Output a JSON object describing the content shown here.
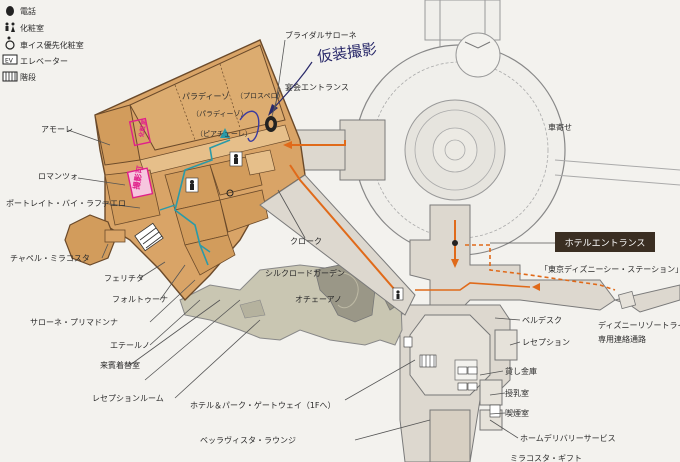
{
  "legend": [
    {
      "icon": "phone-icon",
      "label": "電話"
    },
    {
      "icon": "restroom-icon",
      "label": "化粧室"
    },
    {
      "icon": "wheelchair-icon",
      "label": "車イス優先化粧室"
    },
    {
      "icon": "elevator-icon",
      "label": "エレベーター",
      "badge": "EV"
    },
    {
      "icon": "stairs-icon",
      "label": "階段"
    }
  ],
  "rooms": {
    "paradiso": "パラディーゾ",
    "paradiso_small": "（パラディーゾ）",
    "prospero": "（プロスペロ）",
    "piacere": "（ピアチェーレ）",
    "amore": "アモーレ",
    "romanzo": "ロマンツォ",
    "portrait": "ポートレイト・バイ・ラファエロ",
    "chapel": "チャペル・ミラコスタ",
    "felicita": "フェリチタ",
    "fortuna": "フォルトゥーナ",
    "salone_primadonna": "サローネ・プリマドンナ",
    "eterno": "エテールノ",
    "guest_changing": "来賓着替室",
    "reception_room": "レセプションルーム",
    "bridal_salone": "ブライダルサローネ",
    "banquet_entrance": "宴会エントランス",
    "cloak": "クローク",
    "silk_road": "シルクロードガーデン",
    "oceano": "オチェーアノ",
    "hotel_gateway": "ホテル＆パーク・ゲートウェイ（1Fへ）",
    "bella_vista": "ベッラヴィスタ・ラウンジ",
    "bell_desk": "ベルデスク",
    "reception": "レセプション",
    "safety_box": "貸し金庫",
    "nursing": "授乳室",
    "smoking": "喫煙室",
    "home_delivery": "ホームデリバリーサービス",
    "bottom_cut": "ミラコスタ・ギフト",
    "car_stop": "車寄せ",
    "tokyo_station": "「東京ディズニーシー・ステーション」",
    "resort_line": "ディズニーリゾートライン",
    "connecting": "専用連絡通路"
  },
  "hotel_entrance": "ホテルエントランス",
  "handwritten_note": "仮装撮影",
  "pink_marks": {
    "a": "撮影可",
    "b": "化粧室"
  },
  "colors": {
    "room_fill": "#d9a467",
    "room_border": "#6b4a2a",
    "garden": "#c9c6b2",
    "corridor": "#ddd8cf",
    "circle_fill": "#f0efeb",
    "route_orange": "#e06a1a",
    "teal_route": "#2a9aa8",
    "pink_mark": "#e0208a",
    "hand_ink": "#2a2a6a"
  }
}
